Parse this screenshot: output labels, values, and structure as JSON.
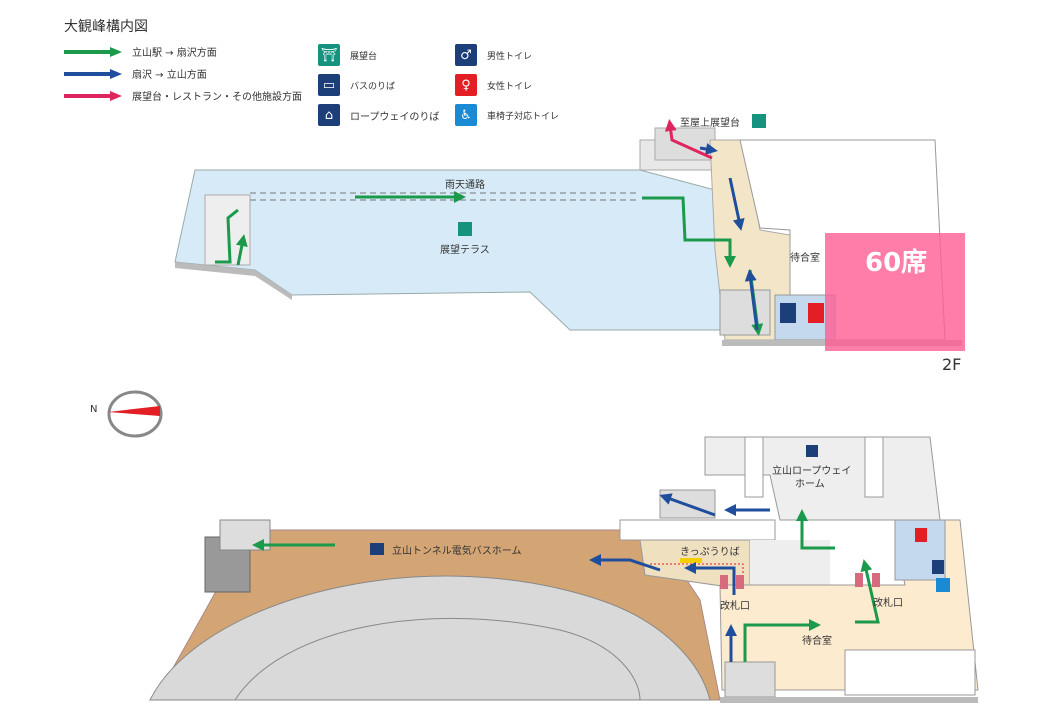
{
  "title": "大観峰構内図",
  "legend": {
    "routes": [
      {
        "label": "立山駅 → 扇沢方面",
        "color": "#1a9a4a"
      },
      {
        "label": "扇沢 → 立山方面",
        "color": "#1f4e9c"
      },
      {
        "label": "展望台・レストラン・その他施設方面",
        "color": "#e0245e"
      }
    ],
    "icons": [
      {
        "icon": "observation-deck-icon",
        "label": "展望台",
        "color": "#15937f"
      },
      {
        "icon": "bus-icon",
        "label": "バスのりば",
        "color": "#1c3f7a"
      },
      {
        "icon": "ropeway-icon",
        "label": "ロープウェイのりば",
        "color": "#1c3f7a"
      },
      {
        "icon": "mens-toilet-icon",
        "label": "男性トイレ",
        "color": "#1c3f7a"
      },
      {
        "icon": "womens-toilet-icon",
        "label": "女性トイレ",
        "color": "#e31e24"
      },
      {
        "icon": "wheelchair-toilet-icon",
        "label": "車椅子対応トイレ",
        "color": "#1a8ad4"
      }
    ]
  },
  "floor2": {
    "rooftop": "至屋上展望台",
    "passage": "雨天通路",
    "terrace": "展望テラス",
    "waiting": "待合室",
    "seats": "60席",
    "floor_label": "2F"
  },
  "floor1": {
    "compass": "N",
    "ropeway_home": "立山ロープウェイ",
    "ropeway_home2": "ホーム",
    "bus_home": "立山トンネル電気バスホーム",
    "tickets": "きっぷうりば",
    "gate1": "改札口",
    "gate2": "改札口",
    "waiting": "待合室"
  }
}
